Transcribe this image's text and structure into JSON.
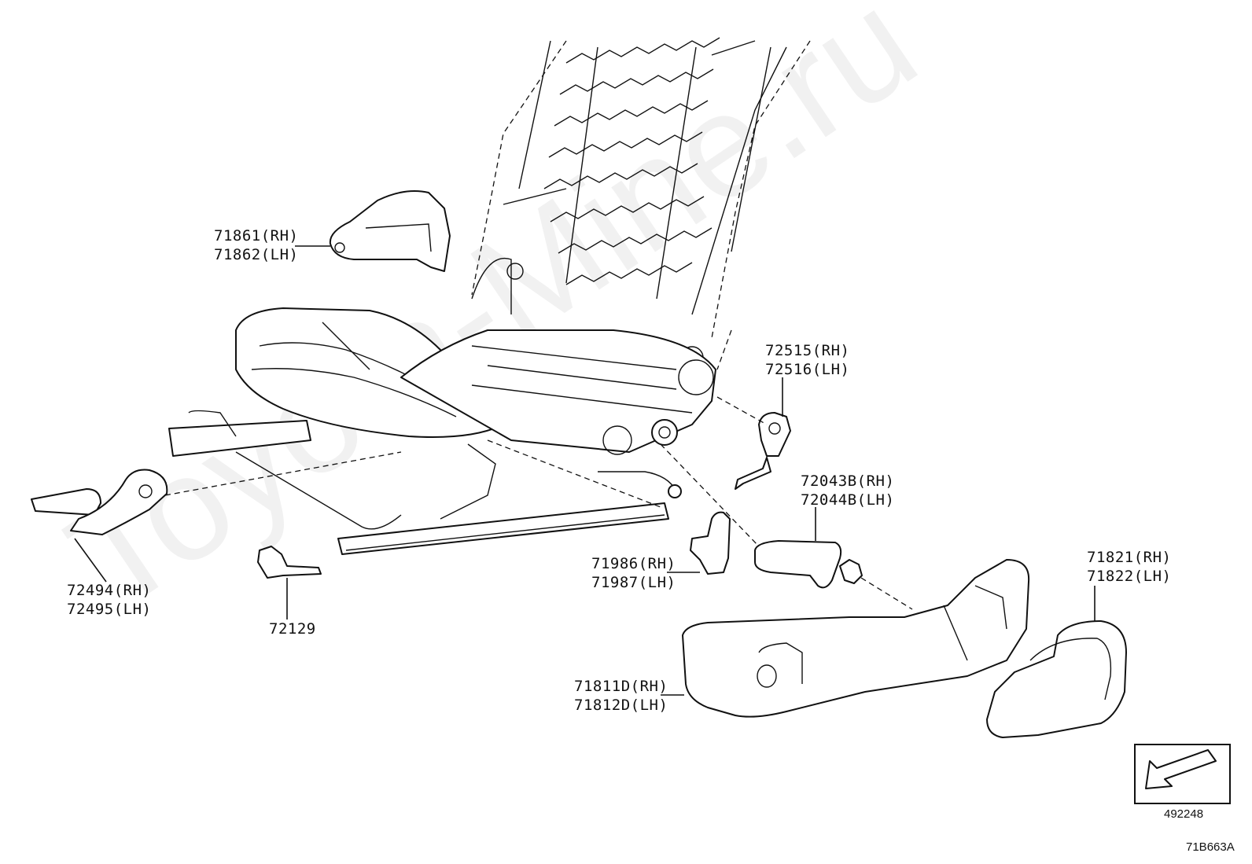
{
  "watermark": "Toyota-Mine.ru",
  "callouts": [
    {
      "id": "c71861",
      "line1": "71861(RH)",
      "line2": "71862(LH)"
    },
    {
      "id": "c72515",
      "line1": "72515(RH)",
      "line2": "72516(LH)"
    },
    {
      "id": "c72043",
      "line1": "72043B(RH)",
      "line2": "72044B(LH)"
    },
    {
      "id": "c71821",
      "line1": "71821(RH)",
      "line2": "71822(LH)"
    },
    {
      "id": "c71986",
      "line1": "71986(RH)",
      "line2": "71987(LH)"
    },
    {
      "id": "c72494",
      "line1": "72494(RH)",
      "line2": "72495(LH)"
    },
    {
      "id": "c72129",
      "line1": "72129",
      "line2": ""
    },
    {
      "id": "c71811",
      "line1": "71811D(RH)",
      "line2": "71812D(LH)"
    }
  ],
  "front_indicator": {
    "code": "492248",
    "icon": "front-arrow-icon"
  },
  "diagram_code": "71B663A"
}
